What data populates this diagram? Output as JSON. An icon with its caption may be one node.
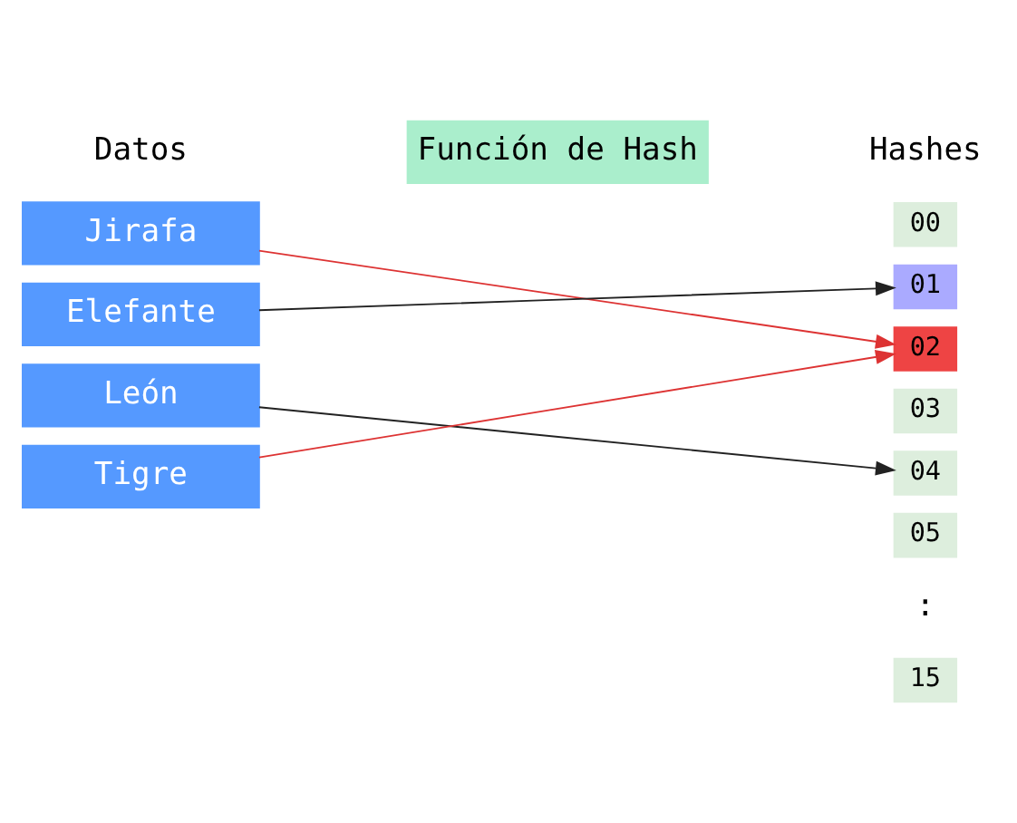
{
  "diagram": {
    "nodes": [
      {
        "text": [
          "Función de Hash"
        ]
      },
      {
        "text": [
          "Jirafa"
        ]
      },
      {
        "text": [
          "Elefante"
        ]
      },
      {
        "text": [
          "León"
        ]
      },
      {
        "text": [
          "Tigre"
        ]
      },
      {
        "text": [
          "00"
        ]
      },
      {
        "text": [
          "01"
        ]
      },
      {
        "text": [
          "02"
        ]
      },
      {
        "text": [
          "03"
        ]
      },
      {
        "text": [
          "04"
        ]
      },
      {
        "text": [
          "05"
        ]
      },
      {
        "text": [
          "15"
        ]
      }
    ],
    "edges": [
      {
        "from": 1,
        "to": 7,
        "arrow": "to",
        "color": "#dd3333"
      },
      {
        "from": 2,
        "to": 6,
        "arrow": "to",
        "color": "#222222"
      },
      {
        "from": 3,
        "to": 9,
        "arrow": "to",
        "color": "#222222"
      },
      {
        "from": 4,
        "to": 7,
        "arrow": "to",
        "color": "#dd3333"
      }
    ],
    "labels": [
      "Datos",
      "Hashes",
      ":"
    ]
  }
}
